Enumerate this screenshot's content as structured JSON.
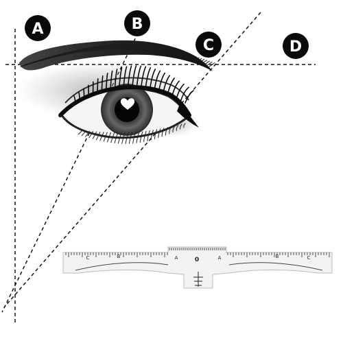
{
  "markers": [
    {
      "id": "A",
      "letter": "A"
    },
    {
      "id": "B",
      "letter": "B"
    },
    {
      "id": "C",
      "letter": "C"
    },
    {
      "id": "D",
      "letter": "D"
    }
  ],
  "ruler": {
    "center_label": "0",
    "left_labels": [
      "C",
      "B",
      "A"
    ],
    "right_labels": [
      "A",
      "B",
      "C"
    ]
  },
  "colors": {
    "background": "#ffffff",
    "ink": "#111111",
    "marker_bg": "#0a0a0a",
    "marker_fg": "#ffffff",
    "ruler_fill": "#f3f3f3"
  }
}
